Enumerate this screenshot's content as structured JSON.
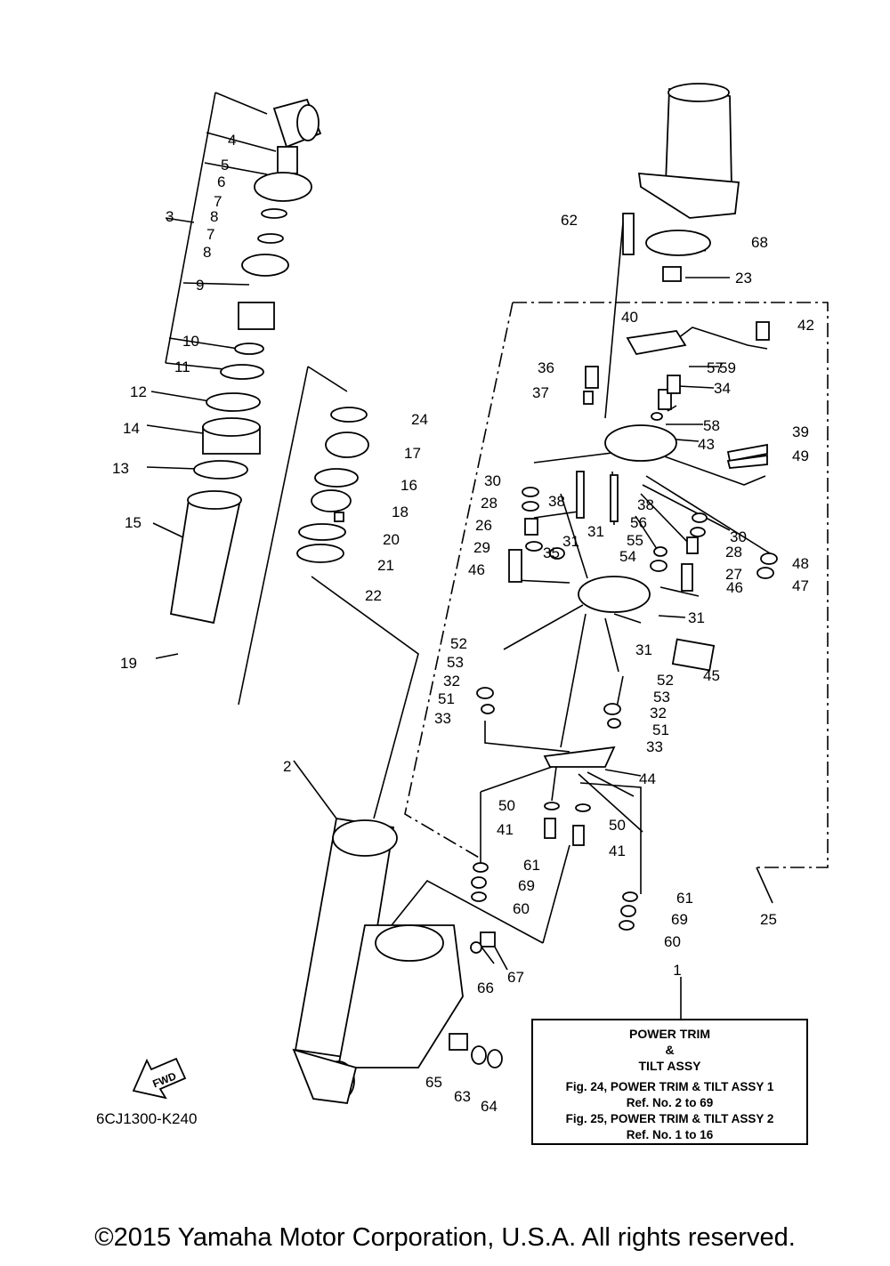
{
  "callout_ref": "1",
  "callout": {
    "line1": "POWER TRIM",
    "line2": "&",
    "line3": "TILT ASSY",
    "ref1": "Fig. 24, POWER TRIM & TILT ASSY 1",
    "ref1_range": "Ref. No. 2 to 69",
    "ref2": "Fig. 25, POWER TRIM & TILT ASSY 2",
    "ref2_range": "Ref. No. 1 to 16"
  },
  "fwd_label": "FWD",
  "diagram_code": "6CJ1300-K240",
  "copyright": "©2015 Yamaha Motor Corporation, U.S.A. All rights reserved.",
  "parts": [
    "2",
    "3",
    "4",
    "5",
    "6",
    "7",
    "8",
    "7",
    "8",
    "9",
    "10",
    "11",
    "12",
    "13",
    "14",
    "15",
    "17",
    "16",
    "18",
    "19",
    "20",
    "21",
    "22",
    "23",
    "24",
    "25",
    "26",
    "27",
    "28",
    "28",
    "29",
    "30",
    "30",
    "31",
    "31",
    "31",
    "31",
    "32",
    "32",
    "33",
    "33",
    "34",
    "35",
    "36",
    "37",
    "38",
    "38",
    "39",
    "40",
    "41",
    "41",
    "42",
    "43",
    "44",
    "45",
    "46",
    "46",
    "47",
    "48",
    "49",
    "50",
    "50",
    "51",
    "51",
    "52",
    "52",
    "53",
    "53",
    "54",
    "55",
    "56",
    "57",
    "58",
    "59",
    "60",
    "60",
    "61",
    "61",
    "62",
    "63",
    "64",
    "65",
    "66",
    "67",
    "68",
    "69",
    "69"
  ]
}
